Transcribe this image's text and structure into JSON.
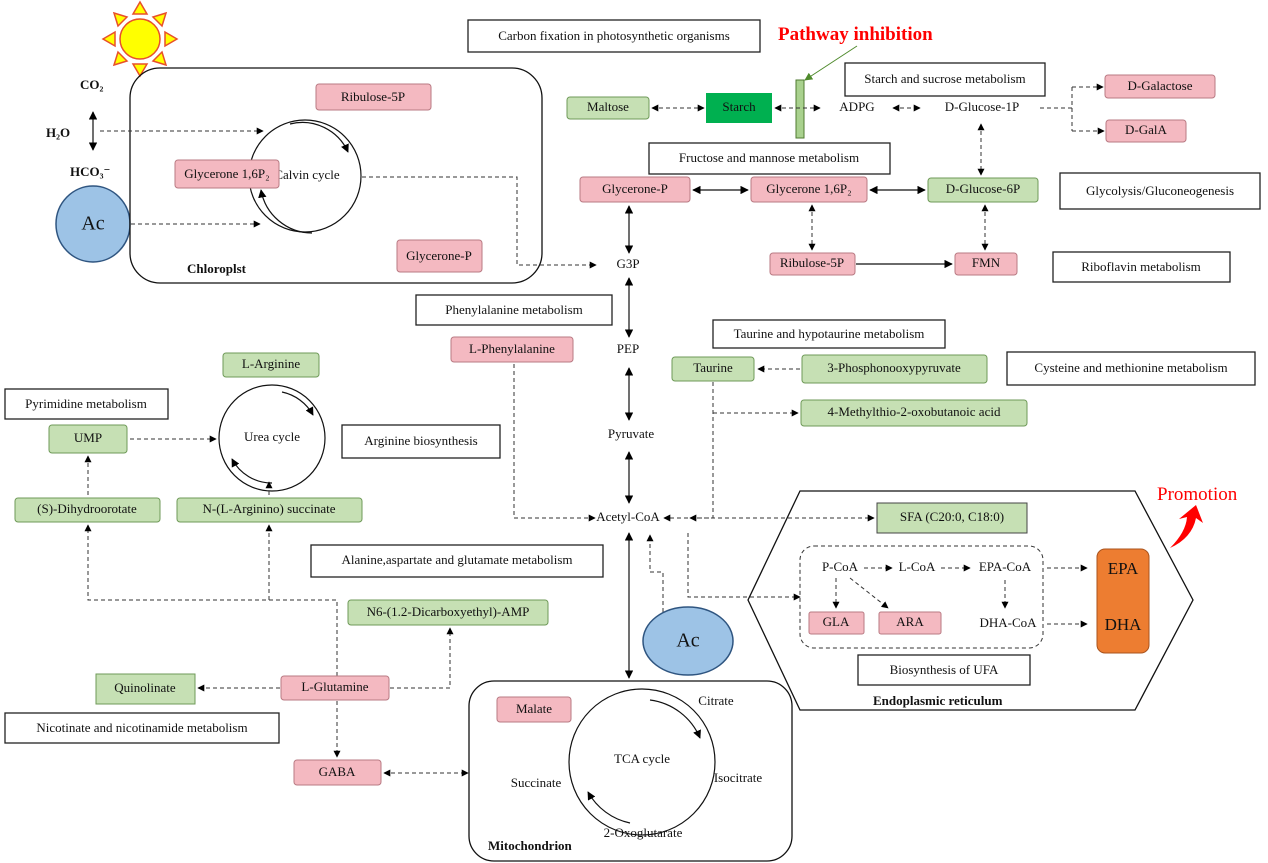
{
  "title_boxes": {
    "carbon_fixation": "Carbon fixation in photosynthetic organisms",
    "starch_sucrose": "Starch and sucrose metabolism",
    "fructose_mannose": "Fructose and mannose metabolism",
    "glycolysis": "Glycolysis/Gluconeogenesis",
    "riboflavin": "Riboflavin metabolism",
    "phenylalanine": "Phenylalanine metabolism",
    "taurine_hypotaurine": "Taurine and hypotaurine metabolism",
    "cysteine_methionine": "Cysteine and methionine metabolism",
    "pyrimidine": "Pyrimidine metabolism",
    "arginine_biosynthesis": "Arginine biosynthesis",
    "alanine": "Alanine,aspartate and glutamate metabolism",
    "nicotinate": "Nicotinate and nicotinamide metabolism",
    "ufa": "Biosynthesis of  UFA"
  },
  "annotations": {
    "pathway_inhibition": "Pathway inhibition",
    "promotion": "Promotion"
  },
  "compartments": {
    "chloroplast": "Chloroplst",
    "mitochondrion": "Mitochondrion",
    "er": "Endoplasmic reticulum"
  },
  "inputs": {
    "co2": "CO₂",
    "h2o": "H₂O",
    "hco3": "HCO₃⁻",
    "ac1": "Ac",
    "ac2": "Ac"
  },
  "cycles": {
    "calvin": "Calvin cycle",
    "urea": "Urea cycle",
    "tca": "TCA cycle"
  },
  "nodes": {
    "ribulose5p_chl": "Ribulose-5P",
    "glycerone16p2_chl": "Glycerone 1,6P₂",
    "glyceronep_chl": "Glycerone-P",
    "maltose": "Maltose",
    "starch": "Starch",
    "adpg": "ADPG",
    "dglucose1p": "D-Glucose-1P",
    "dgalactose": "D-Galactose",
    "dgala": "D-GalA",
    "glyceronep": "Glycerone-P",
    "glycerone16p2": "Glycerone 1,6P₂",
    "dglucose6p": "D-Glucose-6P",
    "ribulose5p": "Ribulose-5P",
    "fmn": "FMN",
    "g3p": "G3P",
    "pep": "PEP",
    "pyruvate": "Pyruvate",
    "acetylcoa": "Acetyl-CoA",
    "lphenylalanine": "L-Phenylalanine",
    "taurine": "Taurine",
    "phosphonooxypyruvate": "3-Phosphonooxypyruvate",
    "methylthio": "4-Methylthio-2-oxobutanoic acid",
    "larginine": "L-Arginine",
    "ump": "UMP",
    "dihydroorotate": "(S)-Dihydroorotate",
    "arginino_succinate": "N-(L-Arginino) succinate",
    "n6_amp": "N6-(1.2-Dicarboxyethyl)-AMP",
    "lglutamine": "L-Glutamine",
    "quinolinate": "Quinolinate",
    "gaba": "GABA",
    "malate": "Malate",
    "citrate": "Citrate",
    "isocitrate": "Isocitrate",
    "succinate": "Succinate",
    "oxoglutarate": "2-Oxoglutarate",
    "sfa": "SFA (C20:0, C18:0)",
    "pcoa": "P-CoA",
    "lcoa": "L-CoA",
    "epacoa": "EPA-CoA",
    "dhacoa": "DHA-CoA",
    "gla": "GLA",
    "ara": "ARA",
    "epa": "EPA",
    "dha": "DHA"
  },
  "colors": {
    "upregulated": "#f4b9c1",
    "downregulated": "#c6e0b4",
    "starch": "#00b050",
    "ac": "#9dc3e6",
    "epa_dha": "#ed7d31",
    "annotation": "#ff0000"
  }
}
